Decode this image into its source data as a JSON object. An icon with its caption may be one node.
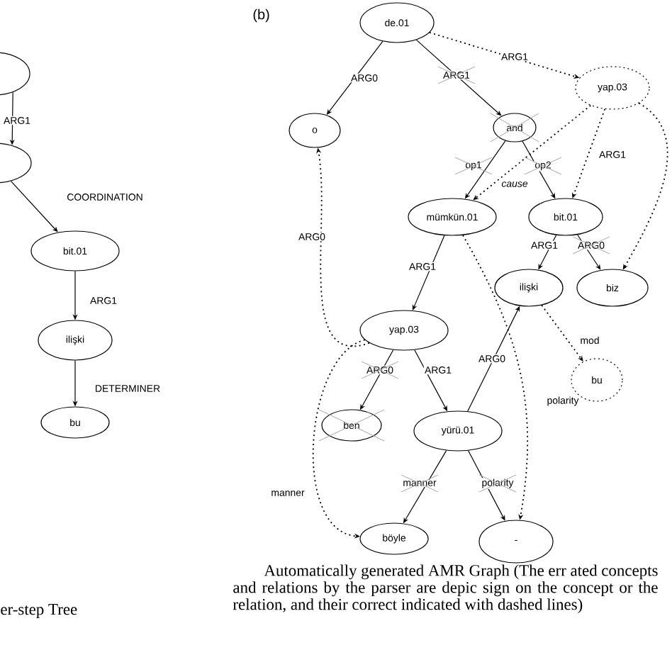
{
  "diagram": {
    "caption": "Automatically generated AMR Graph (The err ated concepts and relations by the parser are depic sign on the concept or the relation, and their correct indicated with dashed lines)",
    "nodes": [
      {
        "text": [],
        "shape": "ellipse"
      },
      {
        "text": [],
        "shape": "ellipse"
      },
      {
        "text": [
          "bit.01"
        ]
      },
      {
        "text": [
          "ilişki"
        ]
      },
      {
        "text": [
          "bu"
        ]
      },
      {
        "text": [
          "de.01"
        ]
      },
      {
        "text": [
          "yap.03"
        ]
      },
      {
        "text": [
          "o"
        ]
      },
      {
        "text": [
          "and"
        ]
      },
      {
        "text": [
          "mümkün.01"
        ]
      },
      {
        "text": [
          "bit.01"
        ]
      },
      {
        "text": [
          "ilişki"
        ]
      },
      {
        "text": [
          "biz"
        ]
      },
      {
        "text": [
          "yap.03"
        ]
      },
      {
        "text": [
          "bu"
        ]
      },
      {
        "text": [
          "ben"
        ]
      },
      {
        "text": [
          "yürü.01"
        ]
      },
      {
        "text": [
          "böyle"
        ]
      },
      {
        "text": [
          "-"
        ]
      }
    ],
    "edges": [
      {
        "from": 0,
        "to": 1,
        "arrow": "to",
        "label": "ARG1"
      },
      {
        "from": 1,
        "to": 2,
        "arrow": "to",
        "label": "COORDINATION"
      },
      {
        "from": 2,
        "to": 3,
        "arrow": "to",
        "label": "ARG1"
      },
      {
        "from": 3,
        "to": 4,
        "arrow": "to",
        "label": "DETERMINER"
      },
      {
        "from": 5,
        "to": 7,
        "arrow": "to",
        "label": "ARG0"
      },
      {
        "from": 5,
        "to": 8,
        "arrow": "to",
        "label": "ARG1"
      },
      {
        "from": 5,
        "to": 6,
        "arrow": "to",
        "label": "ARG1",
        "style": "dashed"
      },
      {
        "from": 8,
        "to": 9,
        "arrow": "to",
        "label": "op1"
      },
      {
        "from": 8,
        "to": 10,
        "arrow": "to",
        "label": "op2"
      },
      {
        "from": 6,
        "to": 9,
        "arrow": "to",
        "label": "cause",
        "style": "dashed"
      },
      {
        "from": 6,
        "to": 10,
        "arrow": "to",
        "label": "ARG1",
        "style": "dashed"
      },
      {
        "from": 6,
        "to": 12,
        "arrow": "to",
        "style": "dashed"
      },
      {
        "from": 10,
        "to": 11,
        "arrow": "to",
        "label": "ARG1"
      },
      {
        "from": 10,
        "to": 12,
        "arrow": "to",
        "label": "ARG0"
      },
      {
        "from": 9,
        "to": 13,
        "arrow": "to",
        "label": "ARG1"
      },
      {
        "from": 9,
        "to": 18,
        "arrow": "to",
        "label": "polarity",
        "style": "dashed"
      },
      {
        "from": 13,
        "to": 7,
        "arrow": "to",
        "label": "ARG0",
        "style": "dashed"
      },
      {
        "from": 11,
        "to": 14,
        "arrow": "to",
        "label": "mod",
        "style": "dashed"
      },
      {
        "from": 13,
        "to": 15,
        "arrow": "to",
        "label": "ARG0"
      },
      {
        "from": 13,
        "to": 16,
        "arrow": "to",
        "label": "ARG1"
      },
      {
        "from": 16,
        "to": 11,
        "arrow": "to",
        "label": "ARG0"
      },
      {
        "from": 13,
        "to": 17,
        "arrow": "to",
        "label": "manner",
        "style": "dashed"
      },
      {
        "from": 16,
        "to": 17,
        "arrow": "to",
        "label": "manner"
      },
      {
        "from": 16,
        "to": 18,
        "arrow": "to",
        "label": "polarity"
      }
    ],
    "labels": [
      "er-step Tree",
      "(b)"
    ]
  }
}
